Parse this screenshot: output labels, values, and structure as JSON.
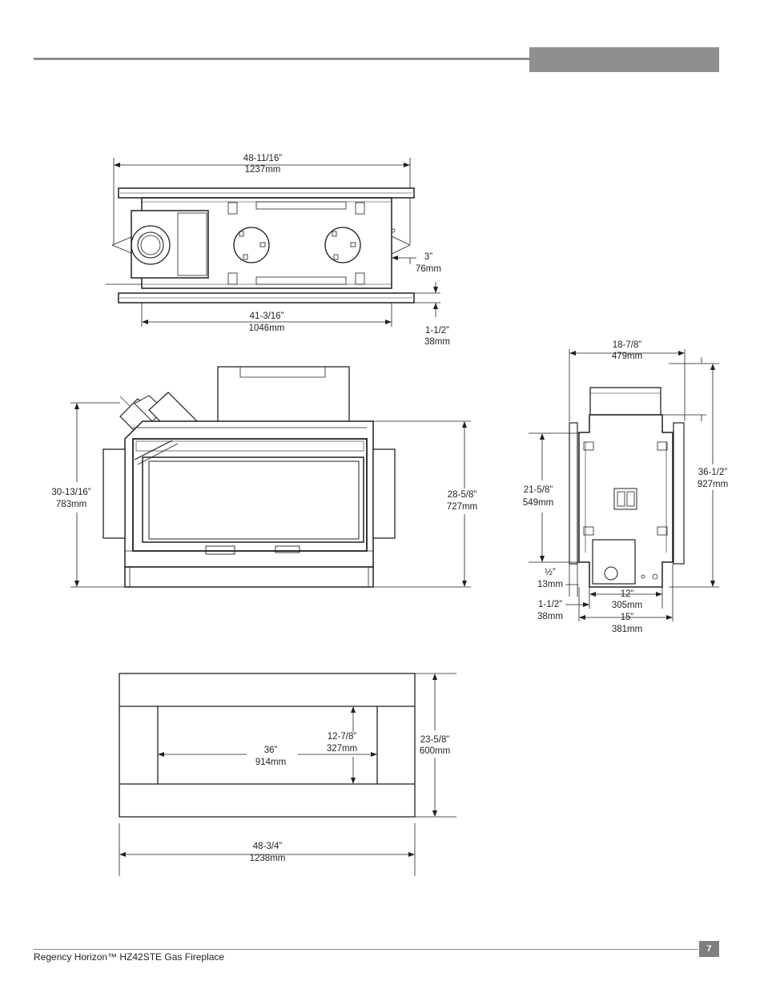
{
  "header": {
    "section_title": ""
  },
  "top_view": {
    "overall_width": {
      "imperial": "48-11/16”",
      "metric": "1237mm"
    },
    "body_width": {
      "imperial": "41-3/16”",
      "metric": "1046mm"
    },
    "side_offset": {
      "imperial": "3”",
      "metric": "76mm"
    },
    "flange_depth": {
      "imperial": "1-1/2”",
      "metric": "38mm"
    }
  },
  "front_view": {
    "overall_height": {
      "imperial": "30-13/16”",
      "metric": "783mm"
    },
    "body_height": {
      "imperial": "28-5/8”",
      "metric": "727mm"
    }
  },
  "side_view": {
    "depth": {
      "imperial": "18-7/8”",
      "metric": "479mm"
    },
    "overall_height": {
      "imperial": "36-1/2”",
      "metric": "927mm"
    },
    "mid_height": {
      "imperial": "21-5/8”",
      "metric": "549mm"
    },
    "half_inch": {
      "imperial": "½”",
      "metric": "13mm"
    },
    "flange": {
      "imperial": "1-1/2”",
      "metric": "38mm"
    },
    "base_depth": {
      "imperial": "12”",
      "metric": "305mm"
    },
    "base_overall": {
      "imperial": "15”",
      "metric": "381mm"
    }
  },
  "faceplate": {
    "inner_width": {
      "imperial": "36”",
      "metric": "914mm"
    },
    "inner_height": {
      "imperial": "12-7/8”",
      "metric": "327mm"
    },
    "outer_height": {
      "imperial": "23-5/8”",
      "metric": "600mm"
    },
    "outer_width": {
      "imperial": "48-3/4”",
      "metric": "1238mm"
    }
  },
  "footer": {
    "product_name": "Regency Horizon™ HZ42STE Gas Fireplace",
    "page_number": "7"
  }
}
